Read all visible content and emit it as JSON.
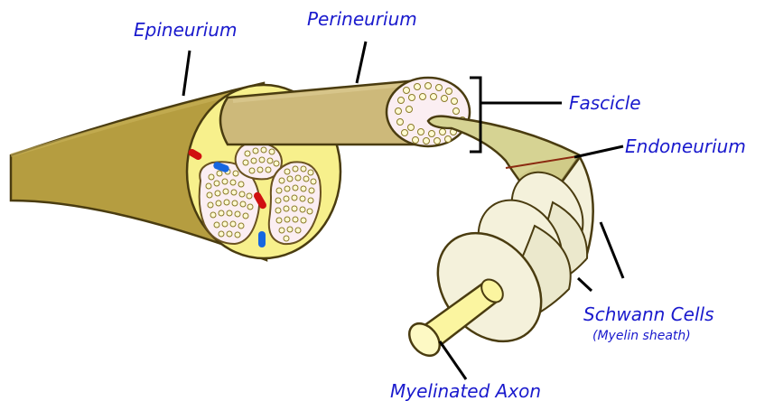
{
  "labels": {
    "epineurium": "Epineurium",
    "perineurium": "Perineurium",
    "fascicle": "Fascicle",
    "endoneurium": "Endoneurium",
    "schwann_cells": "Schwann Cells",
    "myelin_sheath": "(Myelin sheath)",
    "myelinated_axon": "Myelinated Axon"
  },
  "colors": {
    "label_text": "#1a1acd",
    "epineurium_fill": "#b59d40",
    "perineurium_fill": "#cdb97a",
    "cross_section_fill": "#f7f08c",
    "fascicle_fill": "#fbeef2",
    "axon_dot_fill": "#fffbd2",
    "endoneurium_fill": "#d6d393",
    "schwann_fill": "#f4f1db",
    "axon_fill": "#fbf5a0",
    "artery": "#d01010",
    "vein": "#1666e0"
  }
}
